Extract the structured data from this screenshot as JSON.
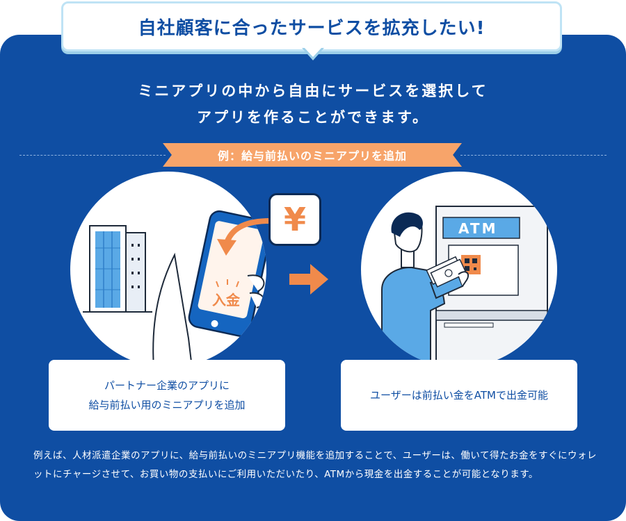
{
  "header": {
    "bubble_text": "自社顧客に合ったサービスを拡充したい!"
  },
  "lead": {
    "line1": "ミニアプリの中から自由にサービスを選択して",
    "line2": "アプリを作ることができます。"
  },
  "example_ribbon": "例：給与前払いのミニアプリを追加",
  "illustrations": {
    "phone_screen_text": "入金",
    "yen_symbol": "¥",
    "atm_label": "ATM"
  },
  "cards": {
    "left_line1": "パートナー企業のアプリに",
    "left_line2": "給与前払い用のミニアプリを追加",
    "right": "ユーザーは前払い金をATMで出金可能"
  },
  "description": "例えば、人材派遣企業のアプリに、給与前払いのミニアプリ機能を追加することで、ユーザーは、働いて得たお金をすぐにウォレットにチャージさせて、お買い物の支払いにご利用いただいたり、ATMから現金を出金することが可能となります。",
  "colors": {
    "panel_blue": "#0f4ea3",
    "accent_orange": "#f7a46a",
    "light_blue": "#bfe3f5"
  }
}
